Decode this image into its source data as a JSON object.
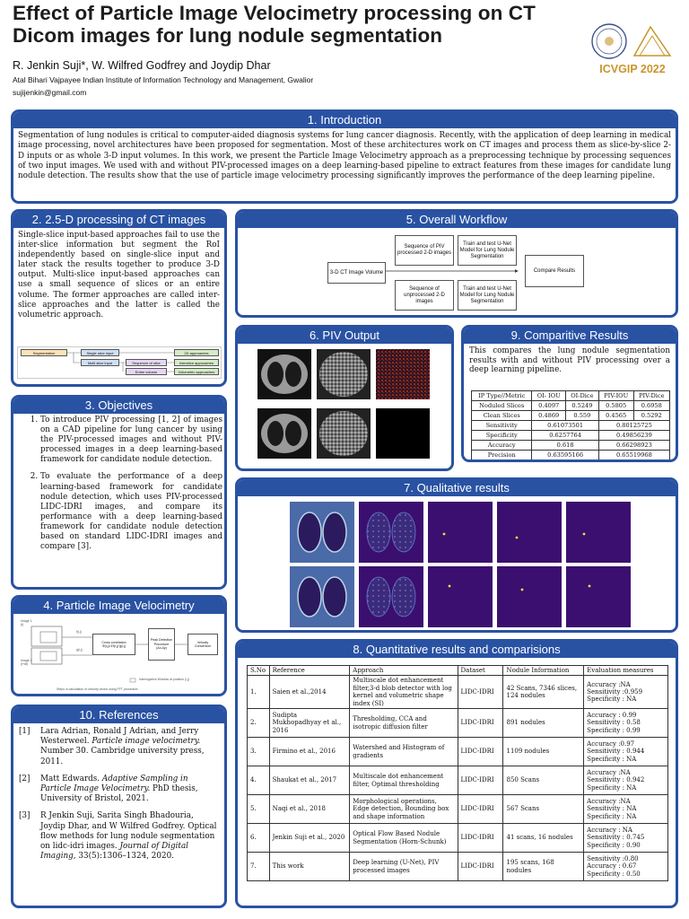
{
  "header": {
    "title": "Effect of Particle Image Velocimetry processing on CT Dicom images for lung nodule segmentation",
    "authors": "R. Jenkin Suji*, W. Wilfred Godfrey and Joydip Dhar",
    "affiliation": "Atal Bihari Vajpayee Indian Institute of Information Technology and Management, Gwalior",
    "email": "sujijenkin@gmail.com",
    "logo_text": "ICVGIP 2022"
  },
  "intro": {
    "heading": "1. Introduction",
    "text": "Segmentation of lung nodules is critical to computer-aided diagnosis systems for lung cancer diagnosis. Recently, with the application of deep learning in medical image processing, novel architectures have been proposed for segmentation. Most of these architectures work on CT images and process them as slice-by-slice 2-D inputs or as whole 3-D input volumes. In this work, we present the Particle Image Velocimetry approach as a preprocessing technique by processing sequences of two input images. We used with and without PIV-processed images on a deep learning-based pipeline to extract features from these images for candidate lung nodule detection. The results show that the use of particle image velocimetry processing significantly improves the performance of the deep learning pipeline."
  },
  "s2": {
    "heading": "2. 2.5-D processing of CT images",
    "text": "Single-slice input-based approaches fail to use the inter-slice information but segment the RoI independently based on single-slice input and later stack the results together to produce 3-D output. Multi-slice input-based approaches can use a small sequence of slices or an entire volume. The former approaches are called inter-slice approaches and the latter is called the volumetric approach.",
    "diagram": {
      "segmentation": "Segmentation",
      "single": "Single slice input",
      "multi": "Multi slice input",
      "seq": "Sequence of slice",
      "entire": "Entire volume",
      "a2d": "2D approaches",
      "inter": "Interslice approaches",
      "vol": "Volumetric approaches"
    }
  },
  "s3": {
    "heading": "3. Objectives",
    "items": [
      "To introduce PIV processing [1, 2] of images on a CAD pipeline for lung cancer by using the PIV-processed images and without PIV-processed images in a deep learning-based framework for candidate nodule detection.",
      "To evaluate the performance of a deep learning-based framework for candidate nodule detection, which uses PIV-processed LIDC-IDRI images, and compare its performance with a deep learning-based framework for candidate nodule detection based on standard LIDC-IDRI images and compare [3]."
    ]
  },
  "s4": {
    "heading": "4. Particle Image Velocimetry",
    "labels": {
      "image1": "Image 1 (t)",
      "image2": "Image 2 (t+dt)",
      "f": "f(i,j)",
      "g": "g(i,j)",
      "cross": "Cross correlation Φ(i,j)=Σf(i,j)·g(i,j)",
      "peak": "Peak Detection Procedure (Δx,Δy)",
      "velocity": "Velocity Conversion",
      "window": "Interrogation Window at position (i,j)",
      "caption": "Steps in calculation of velocity vector using FFT procedure"
    }
  },
  "s5": {
    "heading": "5. Overall Workflow",
    "input": "3-D CT Image Volume",
    "seq_piv": "Sequence of PIV processed 2-D images",
    "seq_unproc": "Sequence of unprocessed 2-D images",
    "train1": "Train and test U-Net Model for Lung Nodule Segmentation",
    "train2": "Train and test U-Net Model for Lung Nodule Segmentation",
    "compare": "Compare Results"
  },
  "s6": {
    "heading": "6. PIV Output"
  },
  "s7": {
    "heading": "7. Qualitative results"
  },
  "s9": {
    "heading": "9. Comparitive Results",
    "text": "This compares the lung nodule segmentation results with and without PIV processing over a deep learning pipeline.",
    "columns": [
      "IP Type//Metric",
      "OI- IOU",
      "OI-Dice",
      "PIV-IOU",
      "PIV-Dice"
    ],
    "rows4": [
      [
        "Noduled Slices",
        "0.4097",
        "0.5249",
        "0.5805",
        "0.6958"
      ],
      [
        "Clean Slices",
        "0.4869",
        "0.559",
        "0.4565",
        "0.5292"
      ]
    ],
    "rows2": [
      [
        "Sensitivity",
        "0.61073501",
        "0.80125725"
      ],
      [
        "Specificity",
        "0.6257764",
        "0.49856239"
      ],
      [
        "Accuracy",
        "0.618",
        "0.66298923"
      ],
      [
        "Precision",
        "0.63595166",
        "0.65519968"
      ]
    ]
  },
  "s8": {
    "heading": "8. Quantitative results and comparisions",
    "columns": [
      "S.No",
      "Reference",
      "Approach",
      "Dataset",
      "Nodule Information",
      "Evaluation measures"
    ],
    "rows": [
      [
        "1.",
        "Saien et al.,2014",
        "Multiscale dot enhancement filter,3-d blob detector with log kernel and volumetric shape index (SI)",
        "LIDC-IDRI",
        "42 Scans, 7346 slices, 124 nodules",
        "Accuracy :NA Sensitivity :0.959 Specificity : NA"
      ],
      [
        "2.",
        "Sudipta Mukhopadhyay et al., 2016",
        "Thresholding, CCA and isotropic diffusion filter",
        "LIDC-IDRI",
        "891 nodules",
        "Accuracy : 0.99 Sensitivity : 0.58 Specificity : 0.99"
      ],
      [
        "3.",
        "Firmino et al., 2016",
        "Watershed and Histogram of gradients",
        "LIDC-IDRI",
        "1109 nodules",
        "Accuracy :0.97 Sensitivity : 0.944 Specificity : NA"
      ],
      [
        "4.",
        "Shaukat et al., 2017",
        "Multiscale dot enhancement filter, Optimal thresholding",
        "LIDC-IDRI",
        "850 Scans",
        "Accuracy :NA Sensitivity : 0.942 Specificity : NA"
      ],
      [
        "5.",
        "Naqi et al., 2018",
        "Morphological operations, Edge detection, Bounding box and shape information",
        "LIDC-IDRI",
        "567 Scans",
        "Accuracy :NA Sensitivity : NA Specificity : NA"
      ],
      [
        "6.",
        "Jenkin Suji et al., 2020",
        "Optical Flow Based Nodule Segmentation (Horn-Schunk)",
        "LIDC-IDRI",
        "41 scans, 16 nodules",
        "Accuracy : NA Sensitivity : 0.745 Specificity : 0.90"
      ],
      [
        "7.",
        "This work",
        "Deep learning (U-Net), PIV processed images",
        "LIDC-IDRI",
        "195 scans, 168 nodules",
        "Sensitivity :0.80 Accuracy : 0.67 Specificity : 0.50"
      ]
    ]
  },
  "s10": {
    "heading": "10. References",
    "refs": [
      {
        "n": "[1]",
        "a": "Lara Adrian, Ronald J Adrian, and Jerry Westerweel. ",
        "t": "Particle image velocimetry.",
        "b": " Number 30. Cambridge university press, 2011."
      },
      {
        "n": "[2]",
        "a": "Matt Edwards. ",
        "t": "Adaptive Sampling in Particle Image Velocimetry.",
        "b": " PhD thesis, University of Bristol, 2021."
      },
      {
        "n": "[3]",
        "a": "R Jenkin Suji, Sarita Singh Bhadouria, Joydip Dhar, and W Wilfred Godfrey. Optical flow methods for lung nodule segmentation on lidc-idri images. ",
        "t": "Journal of Digital Imaging,",
        "b": " 33(5):1306–1324, 2020."
      }
    ]
  },
  "colors": {
    "accent": "#2952a3",
    "logo_gold": "#c8952b",
    "heatmap_bg": "#3b0f6f"
  },
  "icons": [
    "lung-ct-image",
    "piv-noise-image",
    "heatmap-image",
    "logo-seal-icon",
    "arrow-icon"
  ]
}
